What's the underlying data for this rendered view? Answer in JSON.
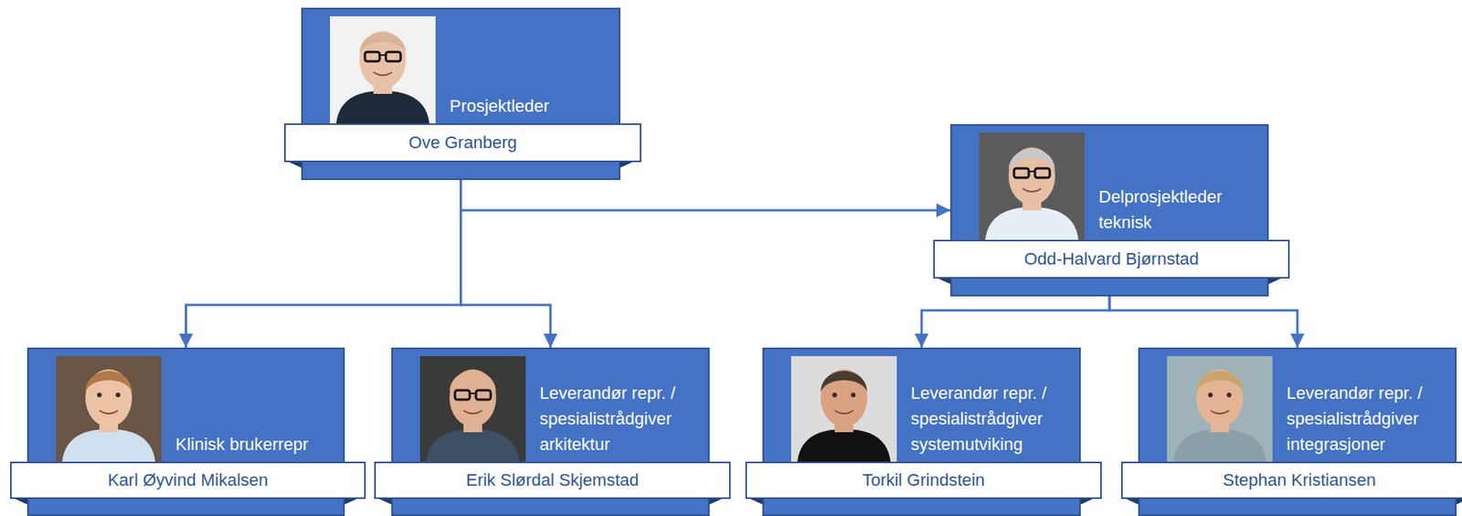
{
  "diagram": {
    "nodes": [
      {
        "text": [
          "Prosjektleder",
          "Ove Granberg"
        ]
      },
      {
        "text": [
          "Delprosjektleder teknisk",
          "Odd-Halvard Bjørnstad"
        ]
      },
      {
        "text": [
          "Klinisk brukerrepr",
          "Karl Øyvind Mikalsen"
        ]
      },
      {
        "text": [
          "Leverandør repr. / spesialistrådgiver arkitektur",
          "Erik Slørdal Skjemstad"
        ]
      },
      {
        "text": [
          "Leverandør repr. / spesialistrådgiver systemutviking",
          "Torkil Grindstein"
        ]
      },
      {
        "text": [
          "Leverandør repr. / spesialistrådgiver integrasjoner",
          "Stephan Kristiansen"
        ]
      }
    ],
    "edges": [
      {
        "from": 0,
        "to": 1,
        "arrow": "to"
      },
      {
        "from": 0,
        "to": 2,
        "arrow": "to"
      },
      {
        "from": 0,
        "to": 3,
        "arrow": "to"
      },
      {
        "from": 1,
        "to": 4,
        "arrow": "to"
      },
      {
        "from": 1,
        "to": 5,
        "arrow": "to"
      }
    ]
  }
}
